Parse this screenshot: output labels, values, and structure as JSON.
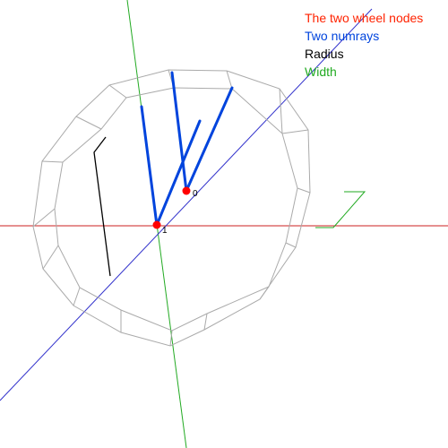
{
  "legend": {
    "wheel_nodes_label": "The two wheel nodes",
    "numrays_label": "Two numrays",
    "radius_label": "Radius",
    "width_label": "Width"
  },
  "nodes": [
    {
      "label": "0"
    },
    {
      "label": "1"
    }
  ],
  "colors": {
    "wheel_nodes": "#ff2200",
    "numrays": "#0044dd",
    "radius": "#000000",
    "width": "#22aa22",
    "axis_x": "#cc2222",
    "axis_y": "#22aa22",
    "axis_z": "#3333cc",
    "wheel_frame": "#aaaaaa",
    "node_marker": "#ff0000"
  }
}
